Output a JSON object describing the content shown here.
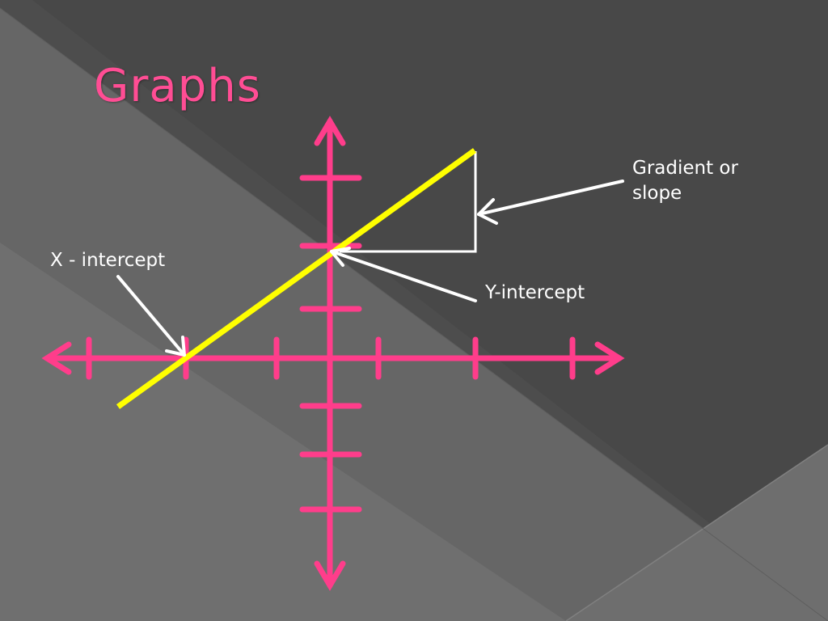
{
  "slide": {
    "title": "Graphs"
  },
  "annotations": {
    "gradient": [
      "Gradient or",
      "slope"
    ],
    "x_intercept": "X - intercept",
    "y_intercept": "Y-intercept"
  },
  "colors": {
    "axes": "#ff3d8b",
    "line": "#ffff00",
    "arrows": "#ffffff",
    "title": "#ff4d94"
  }
}
